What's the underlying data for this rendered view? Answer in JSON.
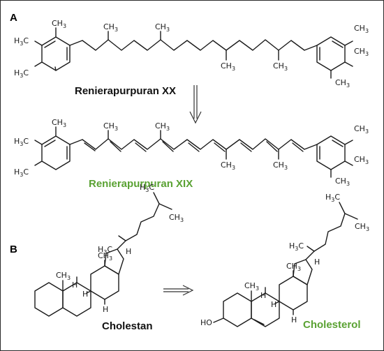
{
  "panels": {
    "a_label": "A",
    "b_label": "B"
  },
  "compounds": {
    "top": "Renierapurpuran XX",
    "middle": "Renierapurpuran XIX",
    "left": "Cholestan",
    "right": "Cholesterol"
  },
  "atoms": {
    "ch3": "CH3",
    "h3c": "H3C",
    "h": "H",
    "ho": "HO"
  },
  "colors": {
    "caption_dark": "#111111",
    "caption_green": "#5aa233"
  }
}
